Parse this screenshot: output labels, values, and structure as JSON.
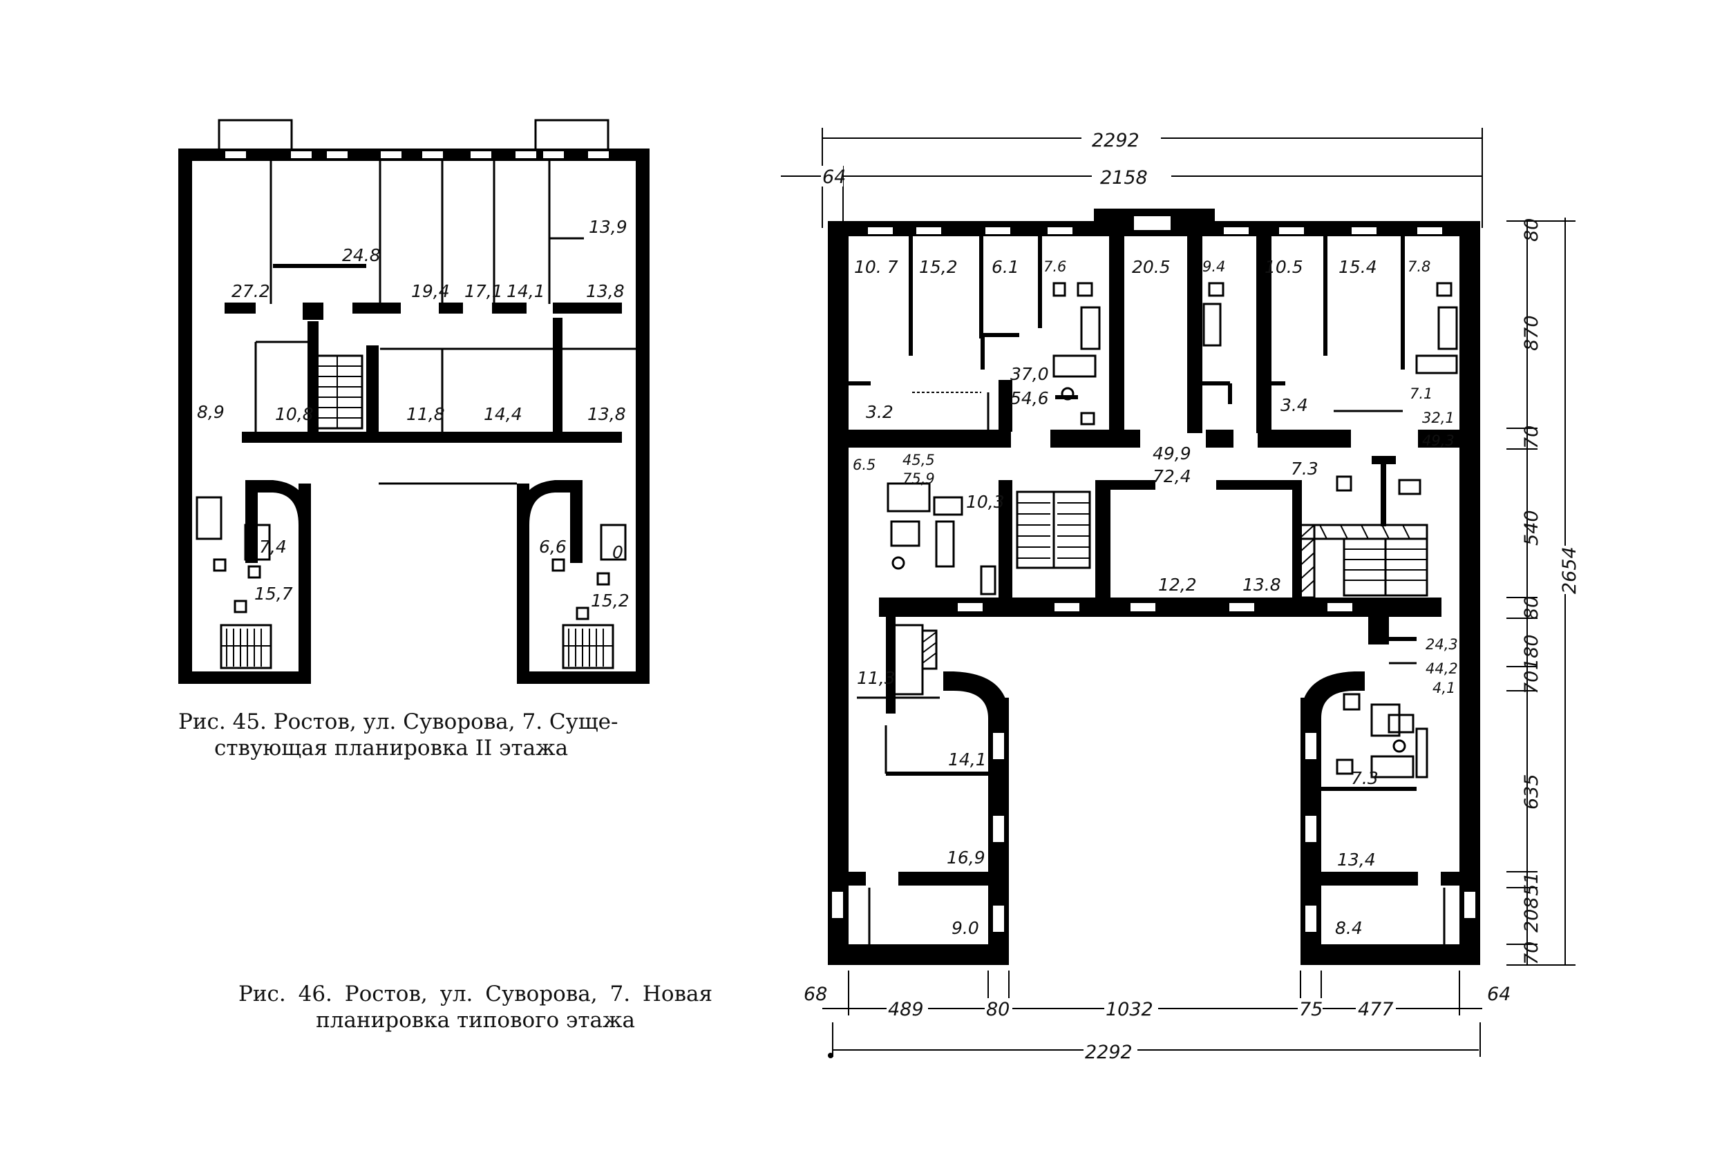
{
  "figure45": {
    "caption_line1": "Рис. 45. Ростов, ул. Суворова, 7. Суще-",
    "caption_line2": "ствующая планировка II этажа",
    "room_areas": [
      "24.8",
      "27.2",
      "19,4",
      "17,1",
      "14,1",
      "13,8",
      "13,9",
      "8,9",
      "10,8",
      "11,8",
      "14,4",
      "13,8",
      "7,4",
      "15,7",
      "6,6",
      "0",
      "15,2"
    ]
  },
  "figure46": {
    "caption_line1": "Рис. 46. Ростов, ул. Суворова, 7. Новая",
    "caption_line2": "планировка типового этажа",
    "room_areas": [
      "10. 7",
      "15,2",
      "6.1",
      "7.6",
      "20.5",
      "9.4",
      "10.5",
      "15.4",
      "7.8",
      "37,0",
      "54,6",
      "3.2",
      "3.4",
      "7.1",
      "32,1",
      "49,3",
      "6.5",
      "45,5",
      "75,9",
      "10,3",
      "49,9",
      "72,4",
      "7.3",
      "12,2",
      "13.8",
      "24,3",
      "44,2",
      "4,1",
      "11,3",
      "14,1",
      "7.3",
      "16,9",
      "13,4",
      "9.0",
      "8.4"
    ],
    "dimensions_top": [
      "2292",
      "64",
      "2158"
    ],
    "dimensions_right": [
      "80",
      "870",
      "70",
      "540",
      "80",
      "180",
      "70",
      "635",
      "51",
      "208",
      "70",
      "2654"
    ],
    "dimensions_bottom": [
      "68",
      "489",
      "80",
      "1032",
      "75",
      "477",
      "64",
      "2292"
    ]
  }
}
